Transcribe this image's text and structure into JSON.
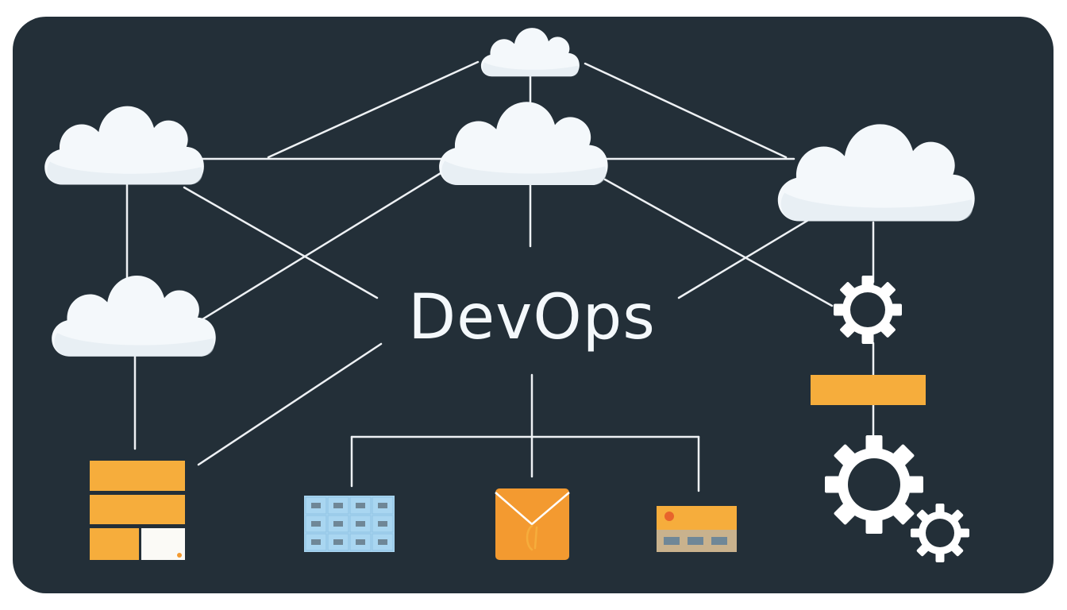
{
  "diagram": {
    "title": "DevOps",
    "colors": {
      "background": "#232f38",
      "page": "#ffffff",
      "line": "#eef1f4",
      "cloud": "#f4f8fb",
      "cloud_shade": "#dfe7ee",
      "gear": "#ffffff",
      "accent_orange": "#f6ad3c",
      "accent_orange_dark": "#f39a30",
      "server_light": "#fbfaf6",
      "grid_blue": "#a9d6f1",
      "grid_cell": "#6f8797",
      "card_tan": "#c9b28d",
      "dot_red": "#e8642c"
    },
    "nodes": [
      {
        "name": "cloud-top-icon",
        "kind": "cloud"
      },
      {
        "name": "cloud-left-icon",
        "kind": "cloud"
      },
      {
        "name": "cloud-center-icon",
        "kind": "cloud"
      },
      {
        "name": "cloud-right-icon",
        "kind": "cloud"
      },
      {
        "name": "cloud-lower-left-icon",
        "kind": "cloud"
      },
      {
        "name": "gear-upper-right-icon",
        "kind": "gear"
      },
      {
        "name": "orange-bar-icon",
        "kind": "bar"
      },
      {
        "name": "gear-large-icon",
        "kind": "gear"
      },
      {
        "name": "gear-small-icon",
        "kind": "gear"
      },
      {
        "name": "server-stack-icon",
        "kind": "server"
      },
      {
        "name": "blue-grid-icon",
        "kind": "grid"
      },
      {
        "name": "envelope-icon",
        "kind": "envelope"
      },
      {
        "name": "card-icon",
        "kind": "card"
      }
    ]
  }
}
